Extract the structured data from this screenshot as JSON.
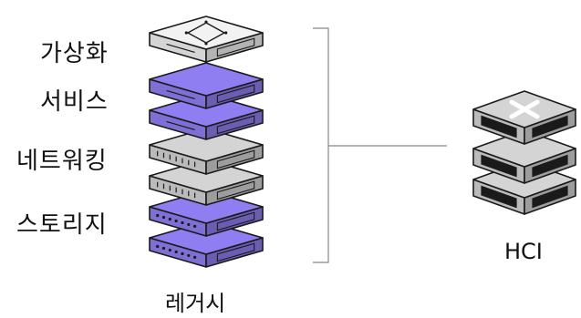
{
  "legacy": {
    "caption": "레거시",
    "layers": [
      {
        "label": "가상화"
      },
      {
        "label": "서비스"
      },
      {
        "label": "네트워킹"
      },
      {
        "label": "스토리지"
      }
    ]
  },
  "hci": {
    "caption": "HCI",
    "logo_icon": "x-mark-icon"
  },
  "colors": {
    "purple": "#8f7ef1",
    "purple_dark": "#6a55e0",
    "gray": "#d4d4d4",
    "gray_light": "#f2f2f2",
    "outline": "#1a1a1a"
  }
}
